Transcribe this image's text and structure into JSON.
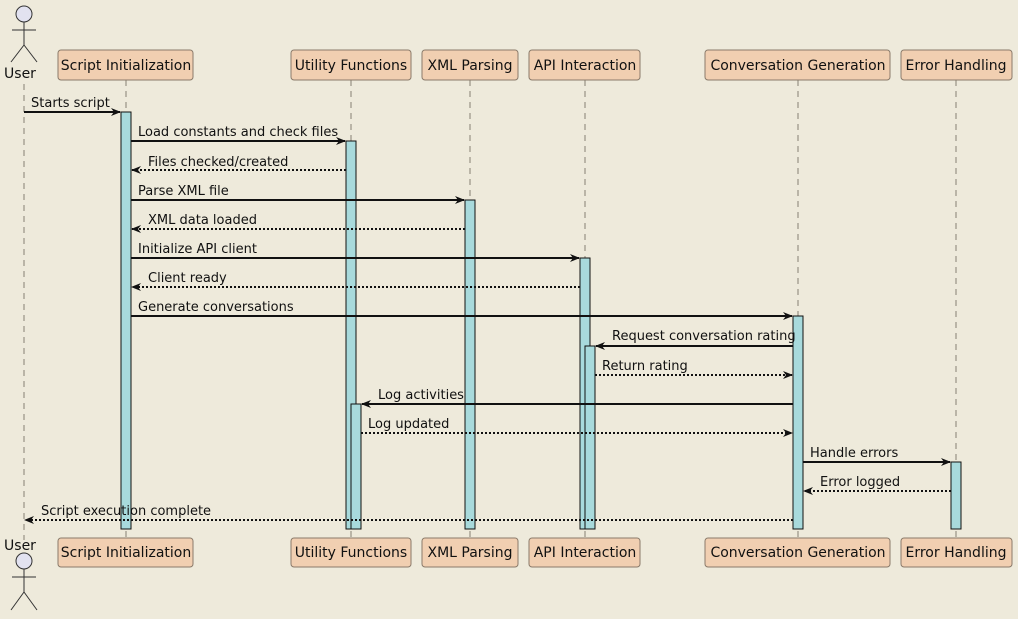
{
  "participants": [
    {
      "id": "user",
      "label": "User",
      "kind": "actor"
    },
    {
      "id": "init",
      "label": "Script Initialization",
      "kind": "box"
    },
    {
      "id": "util",
      "label": "Utility Functions",
      "kind": "box"
    },
    {
      "id": "xml",
      "label": "XML Parsing",
      "kind": "box"
    },
    {
      "id": "api",
      "label": "API Interaction",
      "kind": "box"
    },
    {
      "id": "conv",
      "label": "Conversation Generation",
      "kind": "box"
    },
    {
      "id": "err",
      "label": "Error Handling",
      "kind": "box"
    }
  ],
  "messages": [
    {
      "from": "user",
      "to": "init",
      "label": "Starts script",
      "style": "solid"
    },
    {
      "from": "init",
      "to": "util",
      "label": "Load constants and check files",
      "style": "solid"
    },
    {
      "from": "util",
      "to": "init",
      "label": "Files checked/created",
      "style": "dashed"
    },
    {
      "from": "init",
      "to": "xml",
      "label": "Parse XML file",
      "style": "solid"
    },
    {
      "from": "xml",
      "to": "init",
      "label": "XML data loaded",
      "style": "dashed"
    },
    {
      "from": "init",
      "to": "api",
      "label": "Initialize API client",
      "style": "solid"
    },
    {
      "from": "api",
      "to": "init",
      "label": "Client ready",
      "style": "dashed"
    },
    {
      "from": "init",
      "to": "conv",
      "label": "Generate conversations",
      "style": "solid"
    },
    {
      "from": "conv",
      "to": "api",
      "label": "Request conversation rating",
      "style": "solid"
    },
    {
      "from": "api",
      "to": "conv",
      "label": "Return rating",
      "style": "dashed"
    },
    {
      "from": "conv",
      "to": "util",
      "label": "Log activities",
      "style": "solid"
    },
    {
      "from": "util",
      "to": "conv",
      "label": "Log updated",
      "style": "dashed"
    },
    {
      "from": "conv",
      "to": "err",
      "label": "Handle errors",
      "style": "solid"
    },
    {
      "from": "err",
      "to": "conv",
      "label": "Error logged",
      "style": "dashed"
    },
    {
      "from": "conv",
      "to": "user",
      "label": "Script execution complete",
      "style": "dashed"
    }
  ],
  "colors": {
    "background": "#EEEADB",
    "participant_fill": "#F1CFB1",
    "activation_fill": "#A8DADC",
    "lifeline": "#A8A396",
    "actor_head": "#E2E2F0"
  }
}
